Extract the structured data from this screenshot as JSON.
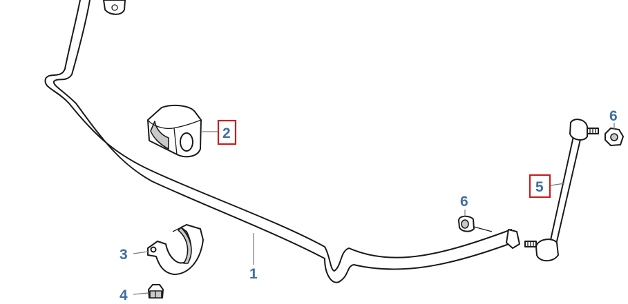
{
  "callouts": {
    "c1": "1",
    "c2": "2",
    "c3": "3",
    "c4": "4",
    "c5": "5",
    "c6_left": "6",
    "c6_right": "6"
  },
  "colors": {
    "callout_text": "#3f6f9f",
    "highlight_box": "#c81e1e"
  },
  "highlighted_parts": [
    "2",
    "5"
  ]
}
